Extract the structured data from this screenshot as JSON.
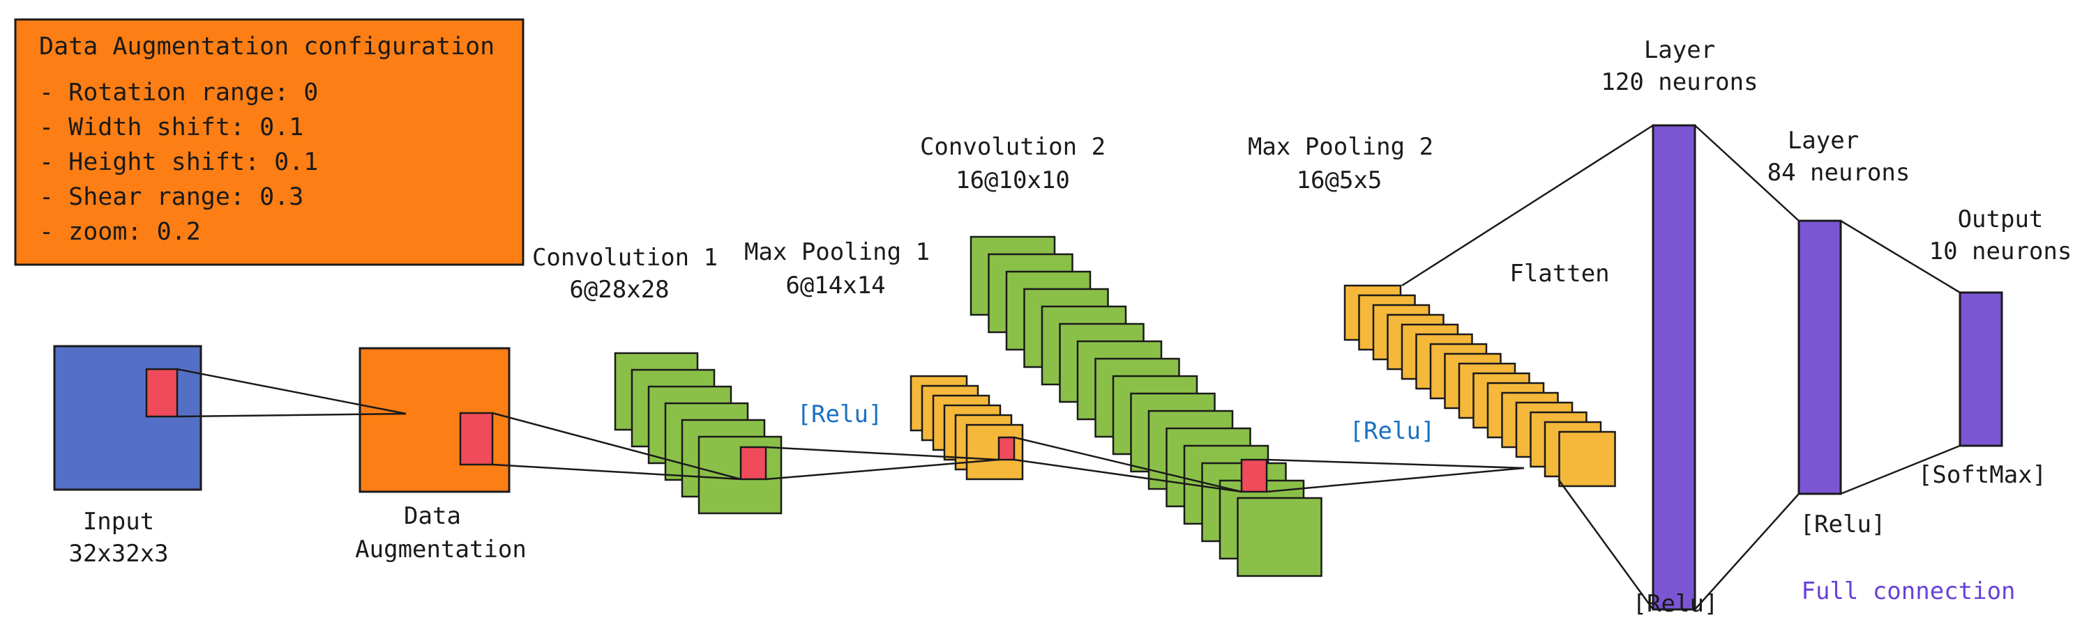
{
  "config_box": {
    "title": "Data Augmentation configuration",
    "lines": [
      "- Rotation range: 0",
      "- Width shift: 0.1",
      "- Height shift: 0.1",
      "- Shear range: 0.3",
      "- zoom: 0.2"
    ]
  },
  "labels": {
    "input": [
      "Input",
      "32x32x3"
    ],
    "augmentation": [
      "Data",
      "Augmentation"
    ],
    "conv1": [
      "Convolution 1",
      "6@28x28"
    ],
    "pool1": [
      "Max Pooling 1",
      "6@14x14"
    ],
    "conv2": [
      "Convolution 2",
      "16@10x10"
    ],
    "pool2": [
      "Max Pooling 2",
      "16@5x5"
    ],
    "flatten": "Flatten",
    "fc1": [
      "Layer",
      "120 neurons"
    ],
    "fc2": [
      "Layer",
      "84 neurons"
    ],
    "output": [
      "Output",
      "10 neurons"
    ],
    "relu_1": "[Relu]",
    "relu_2": "[Relu]",
    "relu_fc1": "[Relu]",
    "relu_fc2": "[Relu]",
    "softmax": "[SoftMax]",
    "full_connection": "Full connection"
  },
  "colors": {
    "input": "#5470c6",
    "augmentation": "#fd7e14",
    "config_box": "#fd7e14",
    "conv": "#8ac048",
    "pool": "#f5b83a",
    "kernel": "#f04b5a",
    "fc": "#7b56d4",
    "stroke": "#1a1a1a",
    "relu_blue": "#1971c2",
    "full_connection": "#6741d9"
  }
}
